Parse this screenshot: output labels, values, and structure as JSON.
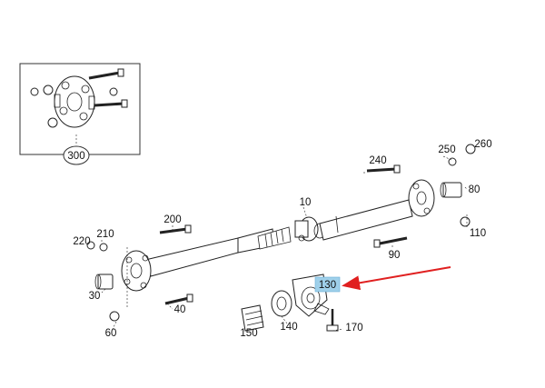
{
  "diagram": {
    "inset_callout": "300",
    "callouts": {
      "p10": "10",
      "p30": "30",
      "p40": "40",
      "p60": "60",
      "p80": "80",
      "p90": "90",
      "p110": "110",
      "p130": "130",
      "p140": "140",
      "p150": "150",
      "p170": "170",
      "p200": "200",
      "p210": "210",
      "p220": "220",
      "p240": "240",
      "p250": "250",
      "p260": "260"
    },
    "highlighted_part": "130",
    "highlight_color": "#9fd0ea",
    "arrow_color": "#e02020"
  }
}
